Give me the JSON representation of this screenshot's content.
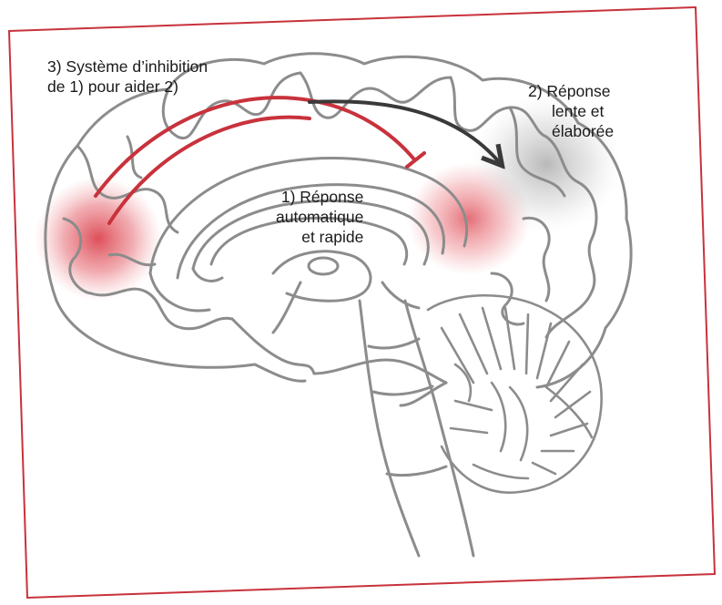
{
  "labels": {
    "inhibition": {
      "line1": "3)  Système d’inhibition",
      "line2": "de 1) pour aider 2)"
    },
    "slow": {
      "line1": "2)  Réponse",
      "line2": "lente et",
      "line3": "élaborée"
    },
    "fast": {
      "line1": "1)  Réponse",
      "line2": "automatique",
      "line3": "et rapide"
    }
  },
  "colors": {
    "frame": "#c8323c",
    "inhibition_arrow": "#c8323c",
    "slow_arrow": "#3a3a3a",
    "brain_outline": "#8c8c8c",
    "highlight_fast": "#e04a55",
    "highlight_inhibition": "#d8303c",
    "highlight_slow": "#9a9a9a"
  }
}
